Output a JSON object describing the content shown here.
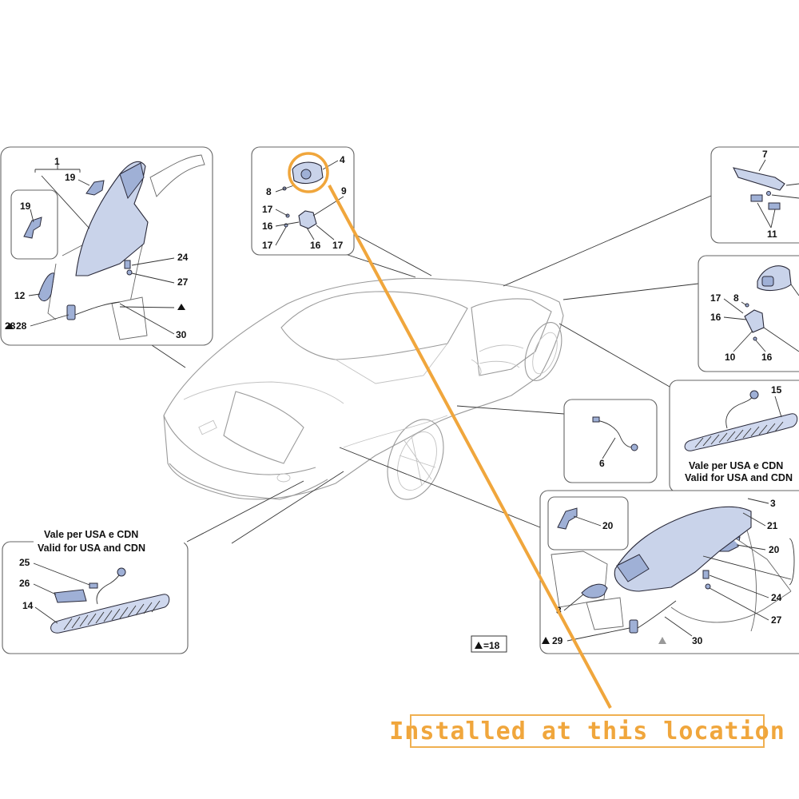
{
  "highlight_color": "#f0a63c",
  "note": {
    "text": "Installed at this location"
  },
  "legend": {
    "symbol": "▲",
    "text": "=18"
  },
  "captions": {
    "usa_it": "Vale per USA e CDN",
    "usa_en": "Valid for USA and CDN"
  },
  "callouts": {
    "p1": "1",
    "p19a": "19",
    "p19b": "19",
    "p24a": "24",
    "p27a": "27",
    "p12": "12",
    "p28": "28",
    "p30a": "30",
    "p4": "4",
    "p8a": "8",
    "p9": "9",
    "p17a": "17",
    "p16a": "16",
    "p17b": "17",
    "p16b": "16",
    "p17c": "17",
    "p7": "7",
    "p11": "11",
    "p17d": "17",
    "p8b": "8",
    "p16c": "16",
    "p10": "10",
    "p16d": "16",
    "p15": "15",
    "p6": "6",
    "p25": "25",
    "p26": "26",
    "p14": "14",
    "p20a": "20",
    "p3a": "3",
    "p21": "21",
    "p20b": "20",
    "p24b": "24",
    "p27b": "27",
    "p3b": "3",
    "p29": "29",
    "p30b": "30"
  }
}
